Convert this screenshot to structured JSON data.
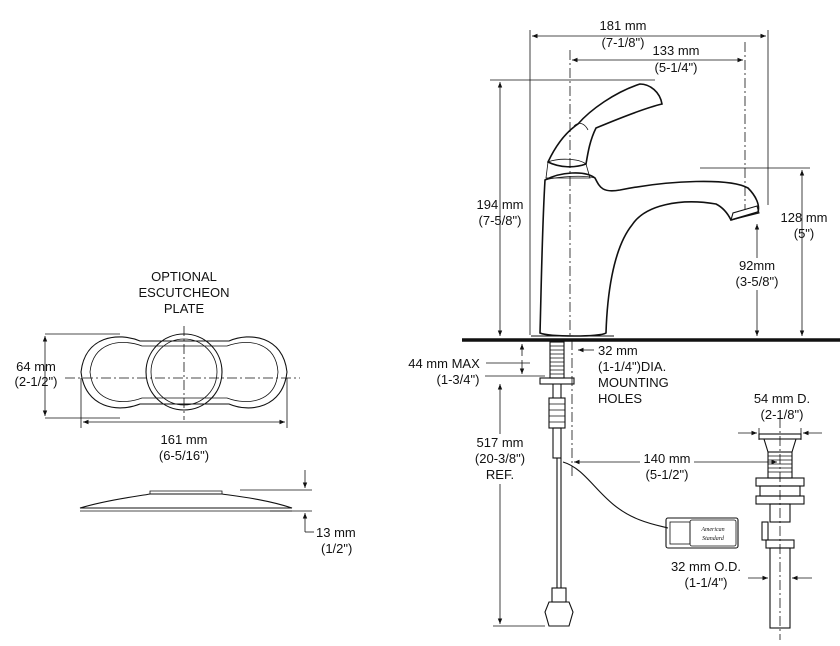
{
  "escutcheon": {
    "title_line1": "OPTIONAL",
    "title_line2": "ESCUTCHEON",
    "title_line3": "PLATE",
    "height_mm": "64 mm",
    "height_in": "(2-1/2\")",
    "width_mm": "161 mm",
    "width_in": "(6-5/16\")",
    "thickness_mm": "13 mm",
    "thickness_in": "(1/2\")"
  },
  "faucet": {
    "overall_width_mm": "181 mm",
    "overall_width_in": "(7-1/8\")",
    "spout_reach_mm": "133 mm",
    "spout_reach_in": "(5-1/4\")",
    "height_mm": "194 mm",
    "height_in": "(7-5/8\")",
    "spout_height_mm": "128 mm",
    "spout_height_in": "(5\")",
    "aerator_clearance_mm": "92mm",
    "aerator_clearance_in": "(3-5/8\")",
    "deck_max_mm": "44 mm MAX",
    "deck_max_in": "(1-3/4\")",
    "hole_dia_mm": "32 mm",
    "hole_dia_line2": "(1-1/4\")DIA.",
    "hole_dia_line3": "MOUNTING",
    "hole_dia_line4": "HOLES",
    "supply_len_mm": "517 mm",
    "supply_len_in": "(20-3/8\")",
    "supply_len_ref": "REF.",
    "battery_offset_mm": "140 mm",
    "battery_offset_in": "(5-1/2\")",
    "battery_logo_line1": "American",
    "battery_logo_line2": "Standard"
  },
  "drain": {
    "diameter_mm": "54 mm  D.",
    "diameter_in": "(2-1/8\")",
    "tailpiece_od_mm": "32 mm O.D.",
    "tailpiece_od_in": "(1-1/4\")"
  }
}
